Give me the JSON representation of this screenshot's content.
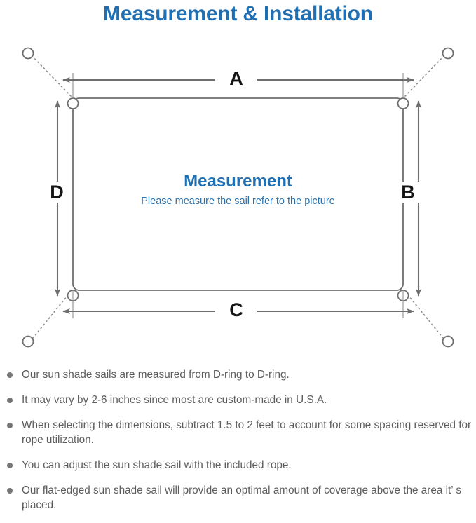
{
  "header": {
    "title": "Measurement & Installation",
    "title_color": "#1F6FB2"
  },
  "diagram": {
    "center_heading": "Measurement",
    "center_subtitle": "Please measure the sail refer to the picture",
    "dimension_labels": {
      "top": "A",
      "right": "B",
      "bottom": "C",
      "left": "D"
    },
    "colors": {
      "sail_outline": "#6E6E6E",
      "arrow": "#6E6E6E",
      "rope_dotted": "#8A8A8A",
      "anchor_ring": "#6E6E6E",
      "letter": "#141414",
      "heading": "#1F6FB2",
      "subtitle": "#2A72AE"
    },
    "parts": {
      "sail": "shade-sail-rectangle",
      "d_ring": "d-ring",
      "anchor_ring": "anchor-ring",
      "rope": "dotted-rope-line"
    }
  },
  "notes": [
    "Our sun shade sails are measured from D-ring to D-ring.",
    "It may vary by 2-6 inches since most are custom-made in U.S.A.",
    "When selecting the dimensions, subtract 1.5 to 2 feet to account for some spacing reserved for rope utilization.",
    "You can adjust the sun shade sail with the included rope.",
    "Our flat-edged sun shade sail will provide an optimal amount of coverage above the area it’  s placed."
  ]
}
